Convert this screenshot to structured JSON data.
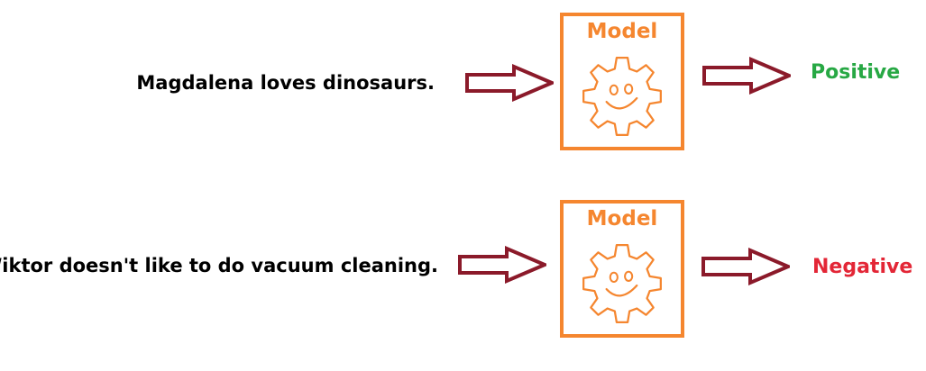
{
  "colors": {
    "model_accent": "#f5862f",
    "arrow": "#8b1a2a",
    "positive": "#27a844",
    "negative": "#e32636",
    "text": "#000000"
  },
  "rows": [
    {
      "input": "Magdalena loves dinosaurs.",
      "model_label": "Model",
      "output": "Positive",
      "icon": "smiling-gear-icon"
    },
    {
      "input": "Wiktor doesn't like to do vacuum cleaning.",
      "model_label": "Model",
      "output": "Negative",
      "icon": "smiling-gear-icon"
    }
  ]
}
